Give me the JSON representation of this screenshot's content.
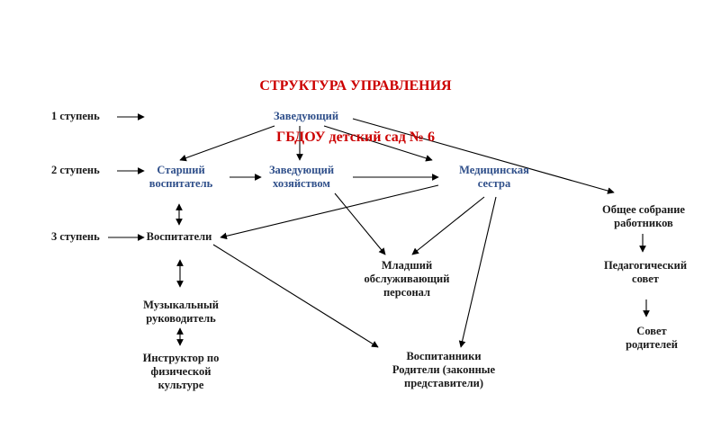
{
  "title": {
    "line1": "СТРУКТУРА УПРАВЛЕНИЯ",
    "line2": "ГБДОУ детский сад № 6",
    "color": "#cc0000"
  },
  "levels": [
    {
      "label": "1 ступень"
    },
    {
      "label": "2 ступень"
    },
    {
      "label": "3 ступень"
    }
  ],
  "nodes": {
    "head": "Заведующий",
    "senior_teacher": "Старший\nвоспитатель",
    "housekeeper": "Заведующий\nхозяйством",
    "nurse": "Медицинская\nсестра",
    "general_meeting": "Общее собрание\nработников",
    "teachers": "Воспитатели",
    "junior_staff": "Младший\nобслуживающий\nперсонал",
    "ped_council": "Педагогический\nсовет",
    "music_director": "Музыкальный\nруководитель",
    "parents_council": "Совет\nродителей",
    "pe_instructor": "Инструктор по\nфизической\nкультуре",
    "pupils_parents": "Воспитанники\nРодители (законные\nпредставители)"
  },
  "colors": {
    "node_accent": "#2f4f8a",
    "text": "#1a1a1a",
    "arrow": "#000000"
  }
}
